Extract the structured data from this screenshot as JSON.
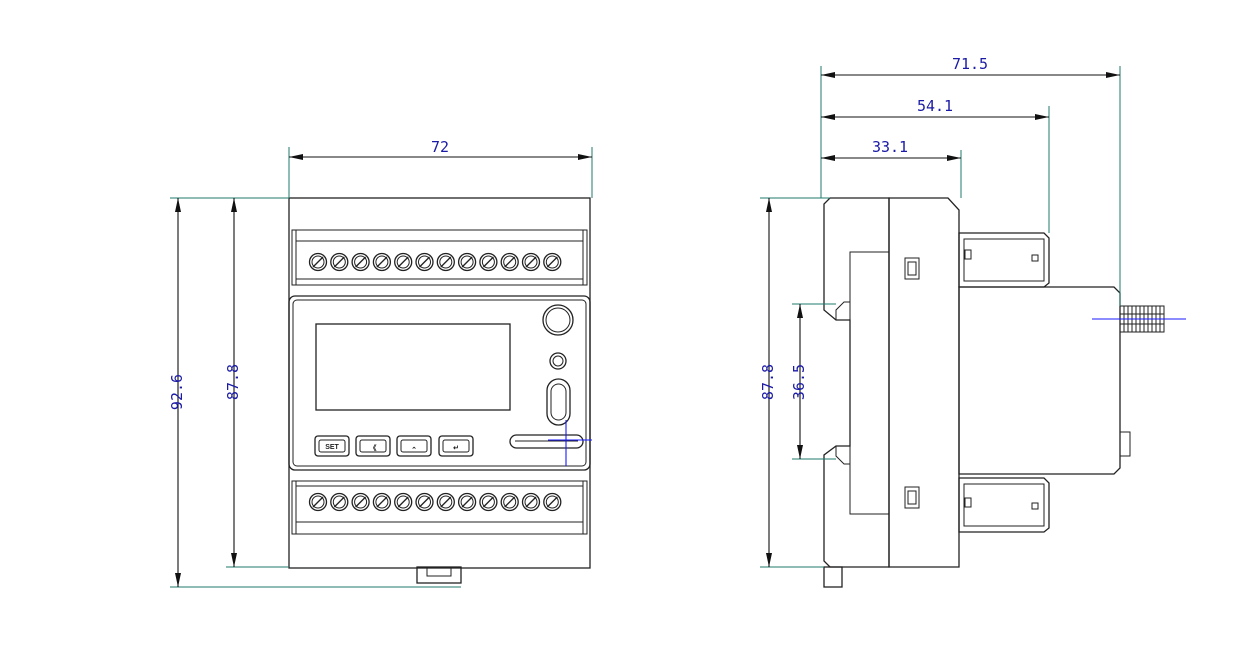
{
  "front_view": {
    "width_label": "72",
    "total_height_label": "92.6",
    "body_height_label": "87.8",
    "buttons": {
      "set": "SET",
      "left": "《",
      "up": "⌃",
      "enter": "↵"
    },
    "terminal_count_top": 12,
    "terminal_count_bottom": 12
  },
  "side_view": {
    "depth_total_label": "71.5",
    "depth_mid_label": "54.1",
    "depth_front_label": "33.1",
    "height_label": "87.8",
    "rail_label": "36.5"
  },
  "colors": {
    "outline": "#222222",
    "dimension_text": "#1a1aa6",
    "extension_lines": "#1f7a6a",
    "center_lines": "#1a1aff"
  }
}
